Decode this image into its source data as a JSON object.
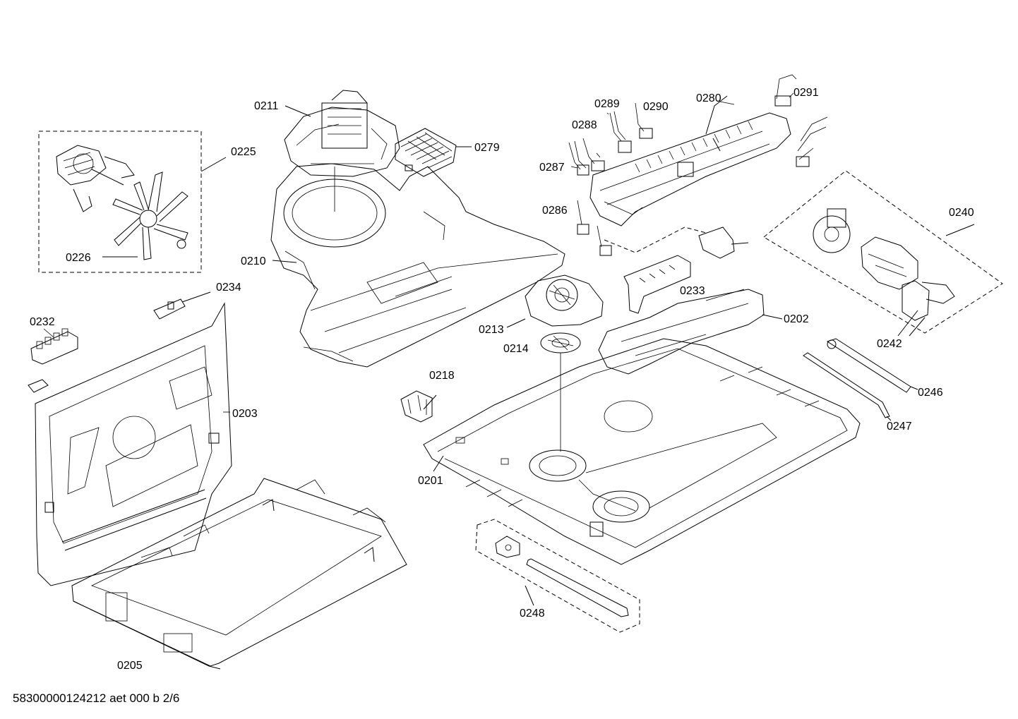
{
  "diagram": {
    "footer_code": "58300000124212 aet 000 b 2/6",
    "part_labels": [
      {
        "id": "p0211",
        "text": "0211"
      },
      {
        "id": "p0225",
        "text": "0225"
      },
      {
        "id": "p0226",
        "text": "0226"
      },
      {
        "id": "p0279",
        "text": "0279"
      },
      {
        "id": "p0289",
        "text": "0289"
      },
      {
        "id": "p0290",
        "text": "0290"
      },
      {
        "id": "p0280",
        "text": "0280"
      },
      {
        "id": "p0291",
        "text": "0291"
      },
      {
        "id": "p0288",
        "text": "0288"
      },
      {
        "id": "p0287",
        "text": "0287"
      },
      {
        "id": "p0286",
        "text": "0286"
      },
      {
        "id": "p0240",
        "text": "0240"
      },
      {
        "id": "p0210",
        "text": "0210"
      },
      {
        "id": "p0234",
        "text": "0234"
      },
      {
        "id": "p0233",
        "text": "0233"
      },
      {
        "id": "p0232",
        "text": "0232"
      },
      {
        "id": "p0213",
        "text": "0213"
      },
      {
        "id": "p0202",
        "text": "0202"
      },
      {
        "id": "p0242",
        "text": "0242"
      },
      {
        "id": "p0214",
        "text": "0214"
      },
      {
        "id": "p0218",
        "text": "0218"
      },
      {
        "id": "p0246",
        "text": "0246"
      },
      {
        "id": "p0203",
        "text": "0203"
      },
      {
        "id": "p0247",
        "text": "0247"
      },
      {
        "id": "p0201",
        "text": "0201"
      },
      {
        "id": "p0248",
        "text": "0248"
      },
      {
        "id": "p0205",
        "text": "0205"
      }
    ]
  }
}
